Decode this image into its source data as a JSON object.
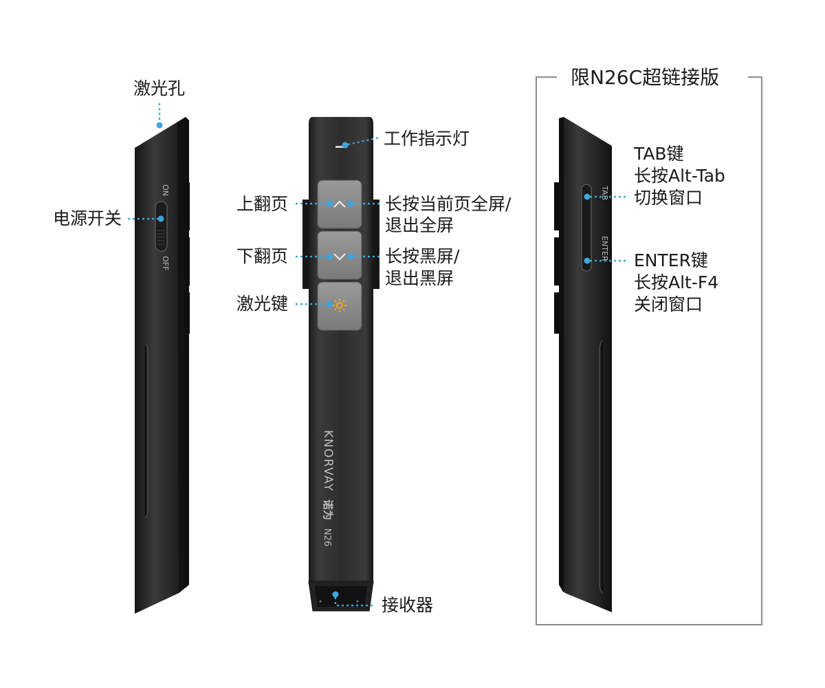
{
  "labels": {
    "laser_hole": "激光孔",
    "power_switch": "电源开关",
    "switch_on": "ON",
    "switch_off": "OFF",
    "status_light": "工作指示灯",
    "page_up": "上翻页",
    "page_up_long": [
      "长按当前页全屏/",
      "退出全屏"
    ],
    "page_down": "下翻页",
    "page_down_long": [
      "长按黑屏/",
      "退出黑屏"
    ],
    "laser_key": "激光键",
    "receiver": "接收器"
  },
  "device": {
    "brand": "KNORVAY",
    "brand_cn": "诺为",
    "model": "N26"
  },
  "edition_box": {
    "title": "限N26C超链接版",
    "tab_key": "TAB",
    "enter_key": "ENTER",
    "tab_label": [
      "TAB键",
      "长按Alt-Tab",
      "切换窗口"
    ],
    "enter_label": [
      "ENTER键",
      "长按Alt-F4",
      "关闭窗口"
    ]
  },
  "colors": {
    "accent": "#3ea6dc",
    "laser_icon": "#f5a623",
    "body": "#2b2b2b",
    "buttons": "#8a8a8a"
  }
}
